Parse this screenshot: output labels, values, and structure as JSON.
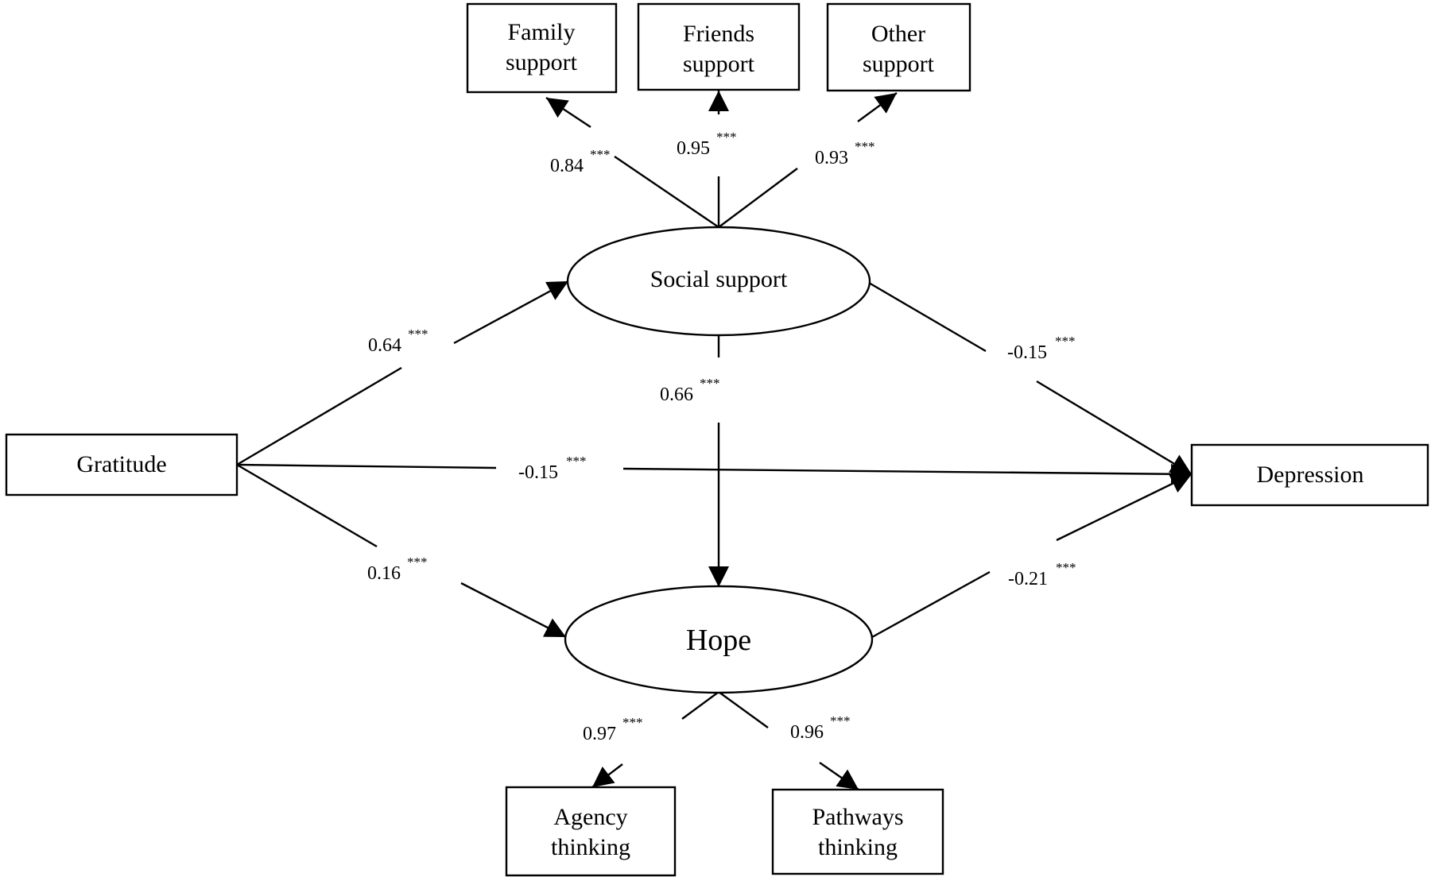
{
  "nodes": {
    "family_support": {
      "line1": "Family",
      "line2": "support"
    },
    "friends_support": {
      "line1": "Friends",
      "line2": "support"
    },
    "other_support": {
      "line1": "Other",
      "line2": "support"
    },
    "social_support": {
      "label": "Social support"
    },
    "gratitude": {
      "label": "Gratitude"
    },
    "depression": {
      "label": "Depression"
    },
    "hope": {
      "label": "Hope"
    },
    "agency_thinking": {
      "line1": "Agency",
      "line2": "thinking"
    },
    "pathways_thinking": {
      "line1": "Pathways",
      "line2": "thinking"
    }
  },
  "paths": {
    "social_to_family": {
      "coef": "0.84",
      "sig": "***"
    },
    "social_to_friends": {
      "coef": "0.95",
      "sig": "***"
    },
    "social_to_other": {
      "coef": "0.93",
      "sig": "***"
    },
    "gratitude_to_social": {
      "coef": "0.64",
      "sig": "***"
    },
    "social_to_hope": {
      "coef": "0.66",
      "sig": "***"
    },
    "social_to_depression": {
      "coef": "-0.15",
      "sig": "***"
    },
    "gratitude_to_depression": {
      "coef": "-0.15",
      "sig": "***"
    },
    "gratitude_to_hope": {
      "coef": "0.16",
      "sig": "***"
    },
    "hope_to_depression": {
      "coef": "-0.21",
      "sig": "***"
    },
    "hope_to_agency": {
      "coef": "0.97",
      "sig": "***"
    },
    "hope_to_pathways": {
      "coef": "0.96",
      "sig": "***"
    }
  }
}
